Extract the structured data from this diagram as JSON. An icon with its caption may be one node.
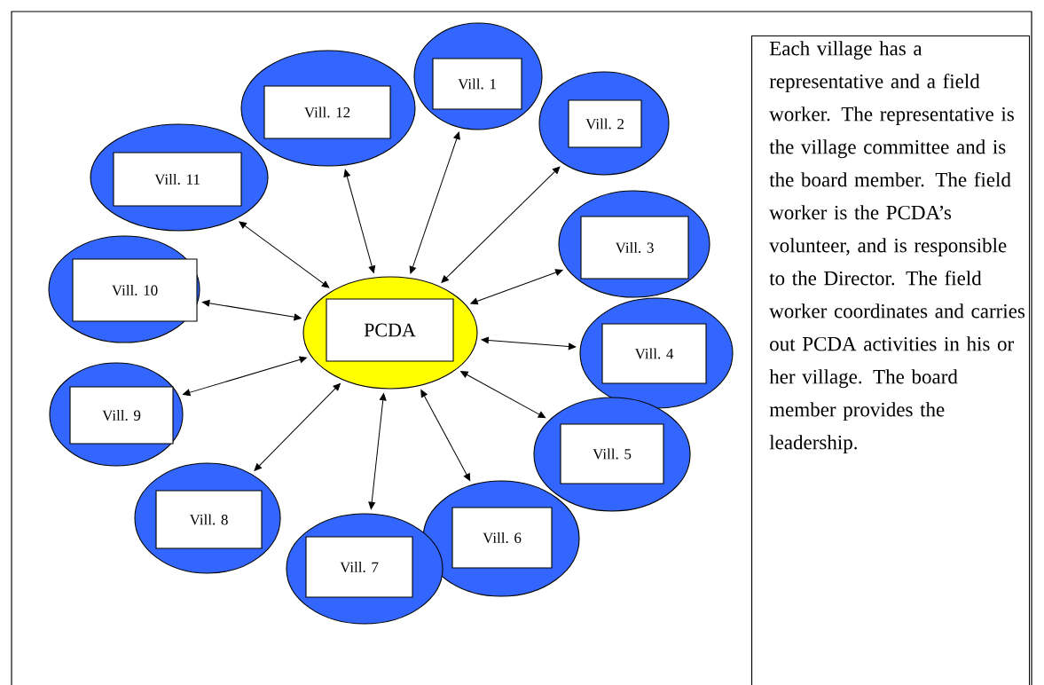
{
  "diagram": {
    "nodes": [
      {
        "text": [
          "Vill. 1"
        ]
      },
      {
        "text": [
          "Vill. 2"
        ]
      },
      {
        "text": [
          "Vill. 3"
        ]
      },
      {
        "text": [
          "Vill. 4"
        ]
      },
      {
        "text": [
          "Vill. 5"
        ]
      },
      {
        "text": [
          "Vill. 6"
        ]
      },
      {
        "text": [
          "Vill. 7"
        ]
      },
      {
        "text": [
          "Vill. 8"
        ]
      },
      {
        "text": [
          "Vill. 9"
        ]
      },
      {
        "text": [
          "Vill. 10"
        ]
      },
      {
        "text": [
          "Vill. 11"
        ]
      },
      {
        "text": [
          "Vill. 12"
        ]
      },
      {
        "text": [
          "PCDA"
        ]
      },
      {
        "text": [
          "Each village has a representative and a field worker. The representative is the village committee and is the board member. The field worker is the PCDA’s volunteer, and is responsible to the Director. The field worker coordinates and carries out PCDA activities in his or her village. The board member provides the leadership."
        ]
      }
    ],
    "edges": [
      {
        "from": 12,
        "to": 0,
        "arrow": "both"
      },
      {
        "from": 12,
        "to": 1,
        "arrow": "both"
      },
      {
        "from": 12,
        "to": 2,
        "arrow": "both"
      },
      {
        "from": 12,
        "to": 3,
        "arrow": "both"
      },
      {
        "from": 12,
        "to": 4,
        "arrow": "both"
      },
      {
        "from": 12,
        "to": 5,
        "arrow": "both"
      },
      {
        "from": 12,
        "to": 6,
        "arrow": "both"
      },
      {
        "from": 12,
        "to": 7,
        "arrow": "both"
      },
      {
        "from": 12,
        "to": 8,
        "arrow": "both"
      },
      {
        "from": 12,
        "to": 9,
        "arrow": "both"
      },
      {
        "from": 12,
        "to": 10,
        "arrow": "both"
      },
      {
        "from": 12,
        "to": 11,
        "arrow": "both"
      }
    ]
  }
}
